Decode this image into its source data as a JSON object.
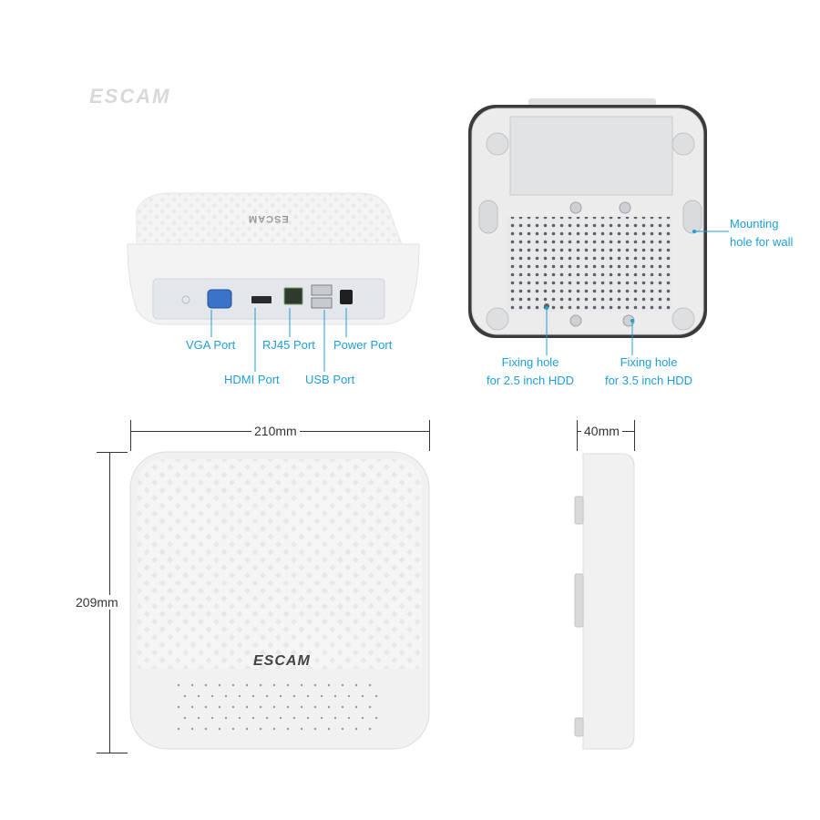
{
  "brand": "ESCAM",
  "colors": {
    "callout": "#1f9ed8",
    "dimension": "#333333",
    "device": "#f1f1f1"
  },
  "rear_view": {
    "device_text": "ESCAM",
    "callouts": {
      "vga": "VGA Port",
      "rj45": "RJ45 Port",
      "power": "Power Port",
      "hdmi": "HDMI Port",
      "usb": "USB Port"
    }
  },
  "bottom_view": {
    "callouts": {
      "mount": [
        "Mounting",
        "hole for  wall"
      ],
      "hdd25": [
        "Fixing hole",
        "for 2.5 inch HDD"
      ],
      "hdd35": [
        "Fixing hole",
        "for 3.5 inch HDD"
      ]
    }
  },
  "top_view": {
    "device_text": "ESCAM",
    "width_label": "210mm",
    "height_label": "209mm"
  },
  "side_view": {
    "depth_label": "40mm"
  }
}
